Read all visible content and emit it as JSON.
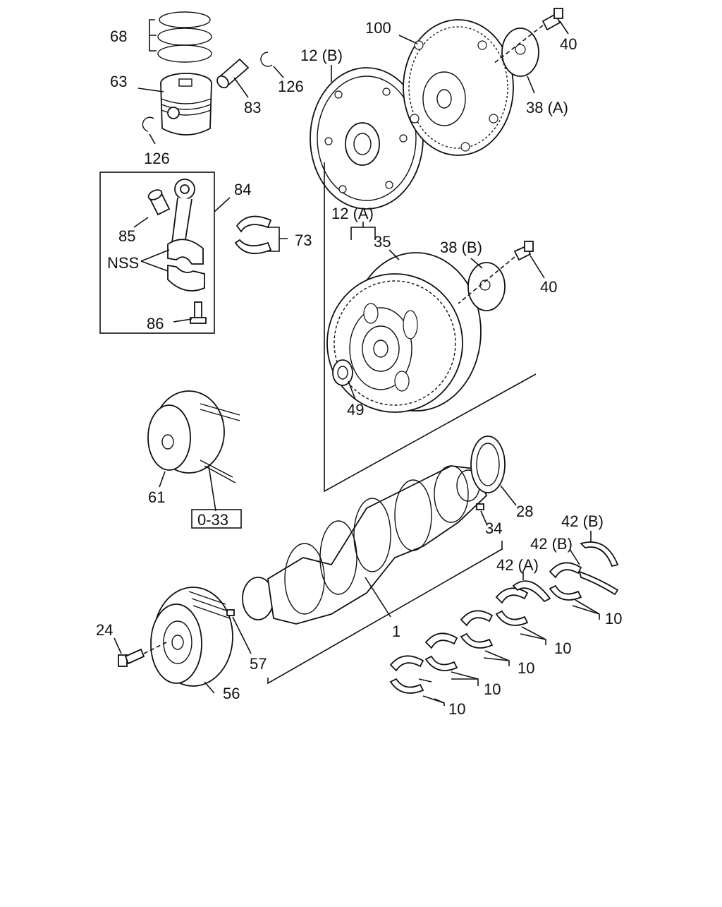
{
  "labels": {
    "l68": "68",
    "l63": "63",
    "l83": "83",
    "l126a": "126",
    "l126b": "126",
    "l100": "100",
    "l40a": "40",
    "l12b": "12 (B)",
    "l38a": "38 (A)",
    "l84": "84",
    "l85": "85",
    "l73": "73",
    "lnss": "NSS",
    "l86": "86",
    "l12a": "12 (A)",
    "l35": "35",
    "l38b": "38 (B)",
    "l40b": "40",
    "l49": "49",
    "l61": "61",
    "l033": "0-33",
    "l28": "28",
    "l34": "34",
    "l42b1": "42 (B)",
    "l42b2": "42 (B)",
    "l42a": "42 (A)",
    "l24": "24",
    "l1": "1",
    "l57": "57",
    "l56": "56",
    "l10a": "10",
    "l10b": "10",
    "l10c": "10",
    "l10d": "10",
    "l10e": "10"
  }
}
